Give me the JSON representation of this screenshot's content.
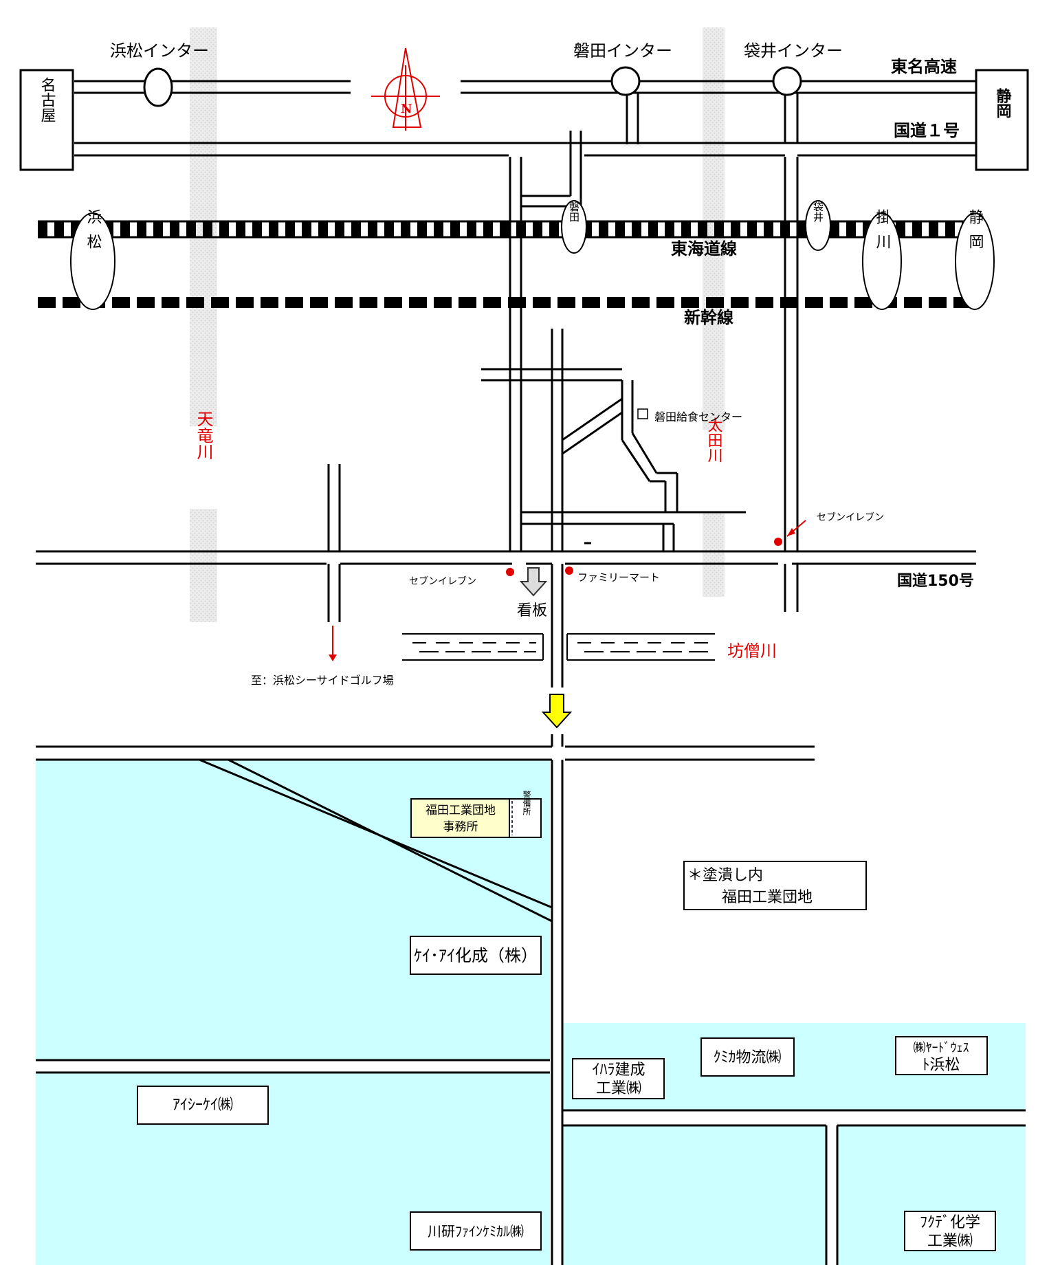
{
  "title_labels": {
    "hamamatsu_ic": "浜松インター",
    "iwata_ic": "磐田インター",
    "fukuroi_ic": "袋井インター",
    "tomei": "東名高速",
    "route1": "国道１号",
    "route150": "国道150号",
    "tokaido_line": "東海道線",
    "shinkansen": "新幹線"
  },
  "cities": {
    "nagoya": "名古屋",
    "shizuoka": "静岡"
  },
  "stations": {
    "hamamatsu": "浜松",
    "iwata": "磐田",
    "fukuroi": "袋井",
    "kakegawa": "掛川",
    "shizuoka": "静岡"
  },
  "rivers": {
    "tenryu": "天竜川",
    "ota": "太田川",
    "bosou": "坊僧川"
  },
  "compass": {
    "north": "N"
  },
  "landmarks": {
    "kyushoku": "磐田給食センター",
    "seven_east": "セブンイレブン",
    "seven_west": "セブンイレブン",
    "familymart": "ファミリーマート",
    "kanban": "看板",
    "golf": "至：浜松シーサイドゴルフ場"
  },
  "estate": {
    "office_line1": "福田工業団地",
    "office_line2": "事務所",
    "guard": "警備所",
    "note_line1": "＊塗潰し内",
    "note_line2": "福田工業団地",
    "companies": {
      "kai": "ｹｲ･ｱｲ化成（株）",
      "aisikei": "ｱｲｼｰｹｲ㈱",
      "kawaken": "川研ﾌｧｲﾝｹﾐｶﾙ㈱",
      "ihara_1": "ｲﾊﾗ建成",
      "ihara_2": "工業㈱",
      "kumika": "ｸﾐｶ物流㈱",
      "yard_1": "㈱ﾔｰﾄﾞｳｪｽ",
      "yard_2": "ﾄ浜松",
      "fukude_1": "ﾌｸﾃﾞ化学",
      "fukude_2": "工業㈱"
    }
  },
  "colors": {
    "estate_fill": "#ccffff",
    "office_fill": "#ffffcc",
    "red": "#e00000",
    "arrow_yellow": "#ffff00",
    "river_grey": "#e6e6e6"
  }
}
